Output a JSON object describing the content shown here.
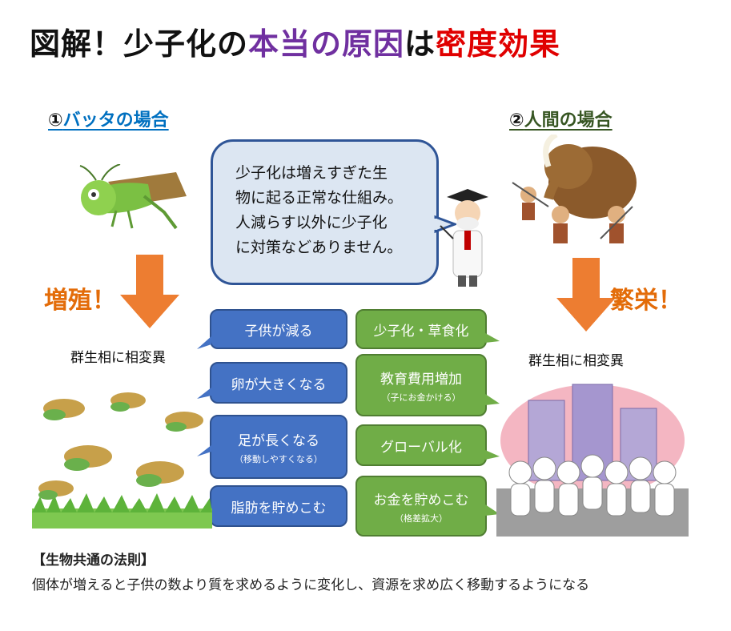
{
  "title": {
    "part1": "図解！少子化の",
    "part2": "本当の原因",
    "part3": "は",
    "part4": "密度効果"
  },
  "case1": {
    "num": "①",
    "label": "バッタの場合"
  },
  "case2": {
    "num": "②",
    "label": "人間の場合"
  },
  "speech": {
    "lines": [
      "少子化は増えすぎた生",
      "物に起る正常な仕組み。",
      "人減らす以外に少子化",
      "に対策などありません。"
    ]
  },
  "left_arrow_label": "増殖！",
  "right_arrow_label": "繁栄！",
  "left_phase": "群生相に相変異",
  "right_phase": "群生相に相変異",
  "blue_boxes": [
    {
      "main": "子供が減る",
      "sub": ""
    },
    {
      "main": "卵が大きくなる",
      "sub": ""
    },
    {
      "main": "足が長くなる",
      "sub": "（移動しやすくなる）"
    },
    {
      "main": "脂肪を貯めこむ",
      "sub": ""
    }
  ],
  "green_boxes": [
    {
      "main": "少子化・草食化",
      "sub": ""
    },
    {
      "main": "教育費用増加",
      "sub": "（子にお金かける）"
    },
    {
      "main": "グローバル化",
      "sub": ""
    },
    {
      "main": "お金を貯めこむ",
      "sub": "（格差拡大）"
    }
  ],
  "law": {
    "heading": "【生物共通の法則】",
    "text": "個体が増えると子供の数より質を求めるように変化し、資源を求め広く移動するようになる"
  },
  "colors": {
    "purple": "#7030a0",
    "red": "#e00000",
    "orange": "#e36c09",
    "blue_box": "#4472c4",
    "green_box": "#70ad47",
    "speech_fill": "#dce6f2"
  }
}
